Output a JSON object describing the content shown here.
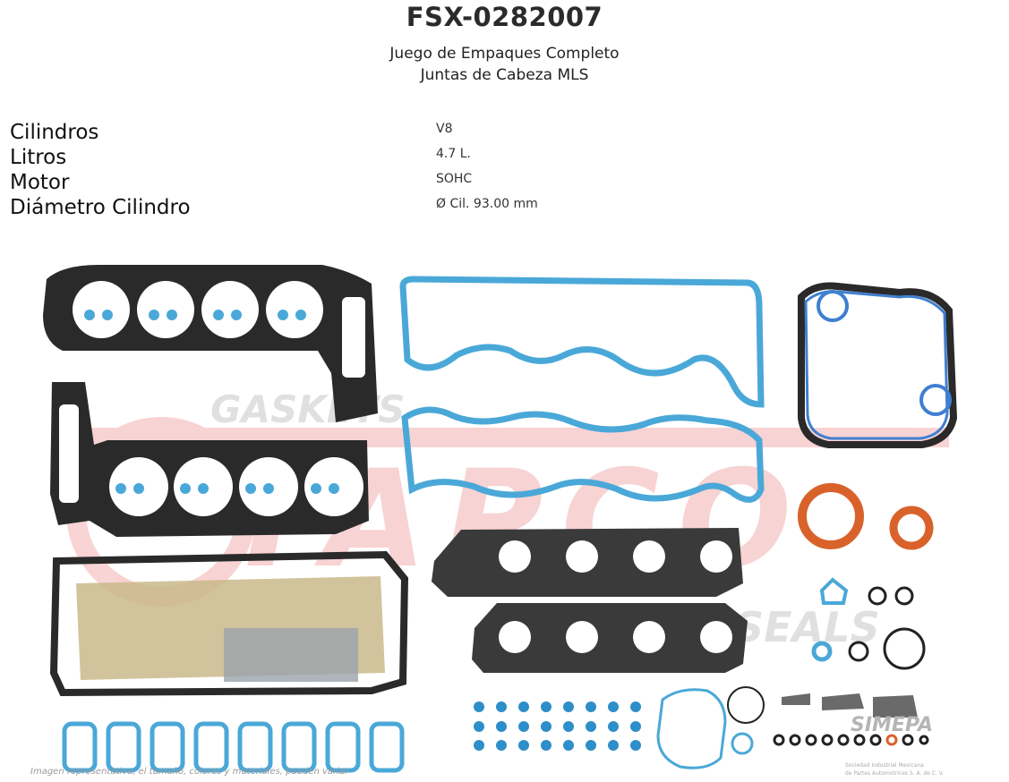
{
  "product": {
    "code": "FSX-0282007",
    "line1": "Juego de Empaques Completo",
    "line2": "Juntas de Cabeza MLS"
  },
  "specs": [
    {
      "label": "Cilindros",
      "value": "V8"
    },
    {
      "label": "Litros",
      "value": "4.7 L."
    },
    {
      "label": "Motor",
      "value": "SOHC"
    },
    {
      "label": "Diámetro Cilindro",
      "value": "Ø Cil. 93.00 mm"
    }
  ],
  "image": {
    "watermark_top": "GASKETS",
    "watermark_main": "TAPCO",
    "watermark_right": "SEALS",
    "logo": "SIMEPA",
    "logo_sub1": "Sociedad Industrial Mexicana",
    "logo_sub2": "de Partes Automotrices S. A. de C. V.",
    "disclaimer": "Imagen representativa, el tamaño, colores y materiales, pueden variar",
    "colors": {
      "black_gasket": "#2a2a2a",
      "blue_gasket": "#4aa8d8",
      "orange_seal": "#d9622b",
      "brand_red": "#e23a3a"
    }
  }
}
